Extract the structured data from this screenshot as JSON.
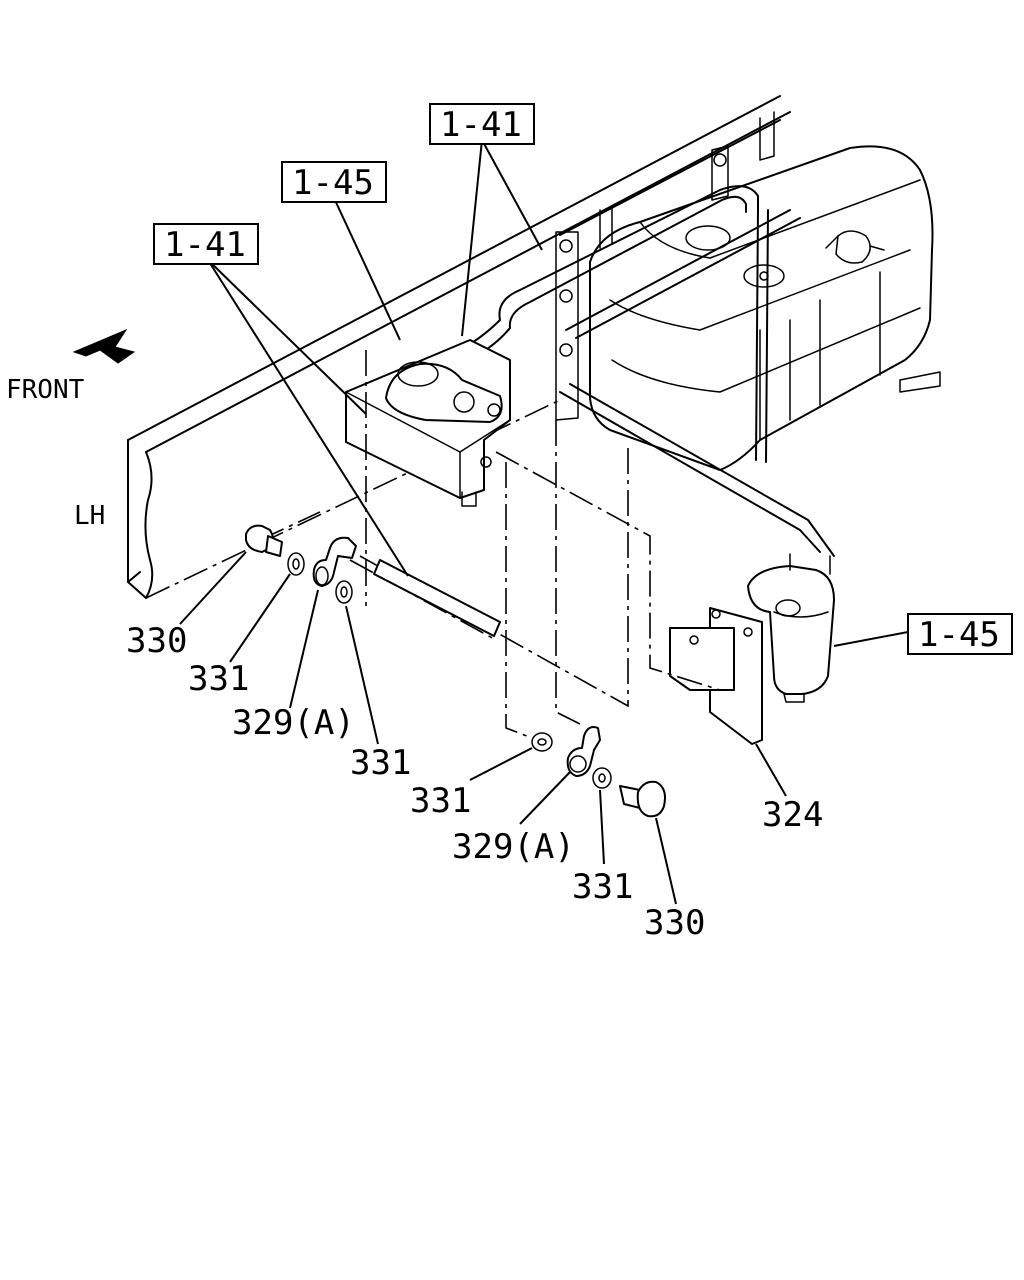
{
  "orientation": {
    "front_label": "FRONT",
    "side_label": "LH"
  },
  "reference_labels": {
    "ref_top": "1-41",
    "ref_mid": "1-45",
    "ref_left": "1-41",
    "ref_right": "1-45"
  },
  "part_labels": {
    "p330_left": "330",
    "p331_left_a": "331",
    "p329a_left": "329(A)",
    "p331_left_b": "331",
    "p331_bottom_a": "331",
    "p329a_bottom": "329(A)",
    "p331_bottom_b": "331",
    "p330_bottom": "330",
    "p324": "324"
  },
  "icons": {
    "front_arrow": "arrow-down-left-icon"
  }
}
